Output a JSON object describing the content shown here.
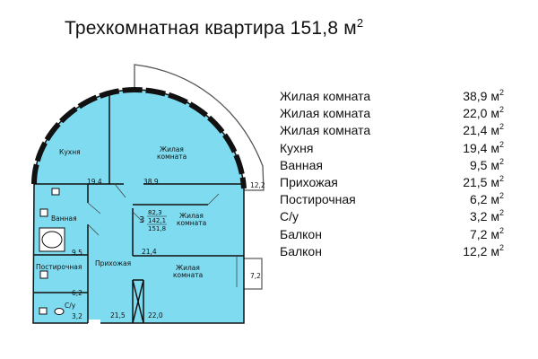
{
  "title": {
    "text": "Трехкомнатная квартира 151,8 м",
    "sup": "2"
  },
  "unit": "м",
  "unit_sup": "2",
  "colors": {
    "room_fill": "#7fdcf0",
    "wall": "#111111",
    "balcony": "#ffffff"
  },
  "rooms_legend": [
    {
      "name": "Жилая комната",
      "area": "38,9"
    },
    {
      "name": "Жилая комната",
      "area": "22,0"
    },
    {
      "name": "Жилая комната",
      "area": "21,4"
    },
    {
      "name": "Кухня",
      "area": "19,4"
    },
    {
      "name": "Ванная",
      "area": "9,5"
    },
    {
      "name": "Прихожая",
      "area": "21,5"
    },
    {
      "name": "Постирочная",
      "area": "6,2"
    },
    {
      "name": "С/у",
      "area": "3,2"
    },
    {
      "name": "Балкон",
      "area": "7,2"
    },
    {
      "name": "Балкон",
      "area": "12,2"
    }
  ],
  "plan": {
    "labels": {
      "kitchen": "Кухня",
      "living_line1": "Жилая",
      "living_line2": "комната",
      "bath": "Ванная",
      "laundry": "Постирочная",
      "wc": "С/у",
      "hall": "Прихожая"
    },
    "areas": {
      "kitchen": "19,4",
      "living_big": "38,9",
      "bath": "9,5",
      "laundry": "6,2",
      "wc": "3,2",
      "hall": "21,5",
      "living_mid": "21,4",
      "living_low": "22,0",
      "balcony_big": "12,2",
      "balcony_small": "7,2"
    },
    "summary": {
      "rooms": "3",
      "living": "82,3",
      "useful": "142,1",
      "total": "151,8"
    }
  }
}
